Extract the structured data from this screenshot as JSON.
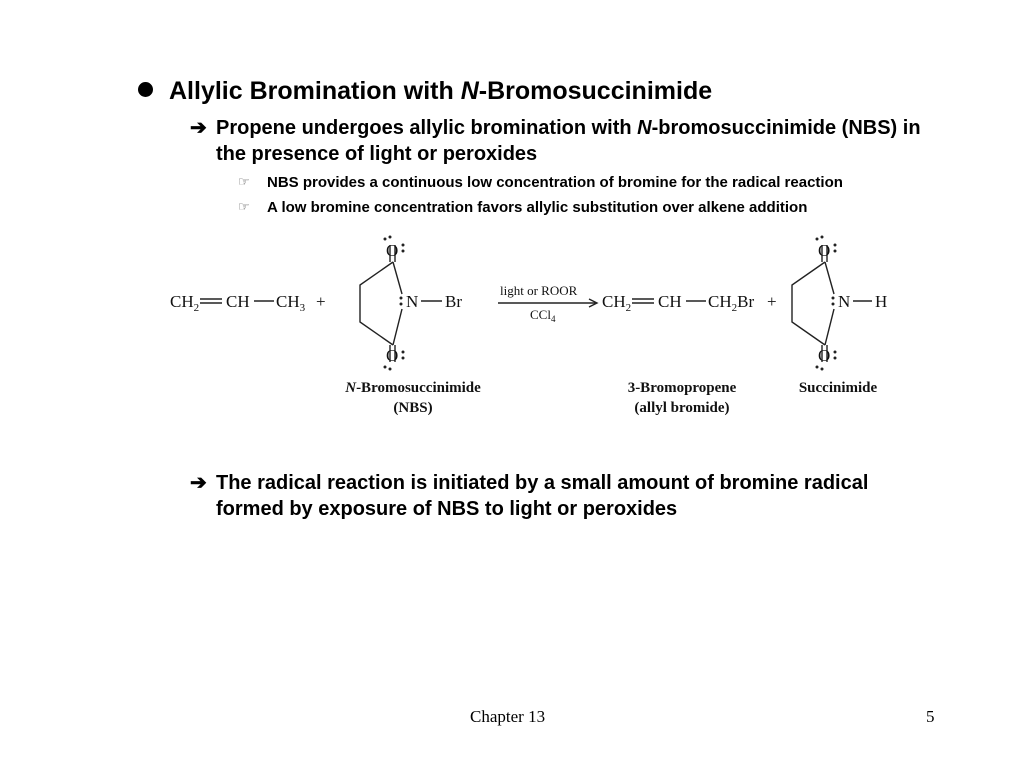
{
  "slide": {
    "heading": {
      "before": "Allylic Bromination with ",
      "italic": "N",
      "after": "-Bromosuccinimide"
    },
    "point1": {
      "before": "Propene undergoes allylic bromination with ",
      "italic": "N",
      "after": "-bromosuccinimide (NBS) in the presence of light or peroxides"
    },
    "sub_points": [
      "NBS  provides a continuous low concentration of bromine for the radical reaction",
      "A low bromine concentration favors allylic substitution over alkene addition"
    ],
    "point2": "The radical reaction is initiated by a small amount of bromine radical formed by exposure of NBS to light or peroxides"
  },
  "reaction": {
    "propene": {
      "ch2": "CH",
      "ch2_sub": "2",
      "ch": "CH",
      "ch3": "CH",
      "ch3_sub": "3"
    },
    "plus": "+",
    "oxygen": "O",
    "nitrogen": "N",
    "bromine": "Br",
    "hydrogen": "H",
    "conditions_above": "light or ROOR",
    "conditions_below": {
      "main": "CCl",
      "sub": "4"
    },
    "product": {
      "ch2": "CH",
      "ch2_sub": "2",
      "ch": "CH",
      "ch2b": "CH",
      "ch2b_sub": "2",
      "br": "Br"
    },
    "labels": {
      "nbs_name": {
        "italic": "N",
        "rest": "-Bromosuccinimide"
      },
      "nbs_abbrev": "(NBS)",
      "product_name": "3-Bromopropene",
      "product_common": "(allyl bromide)",
      "byproduct_name": "Succinimide"
    }
  },
  "footer": {
    "chapter": "Chapter 13",
    "page": "5"
  }
}
